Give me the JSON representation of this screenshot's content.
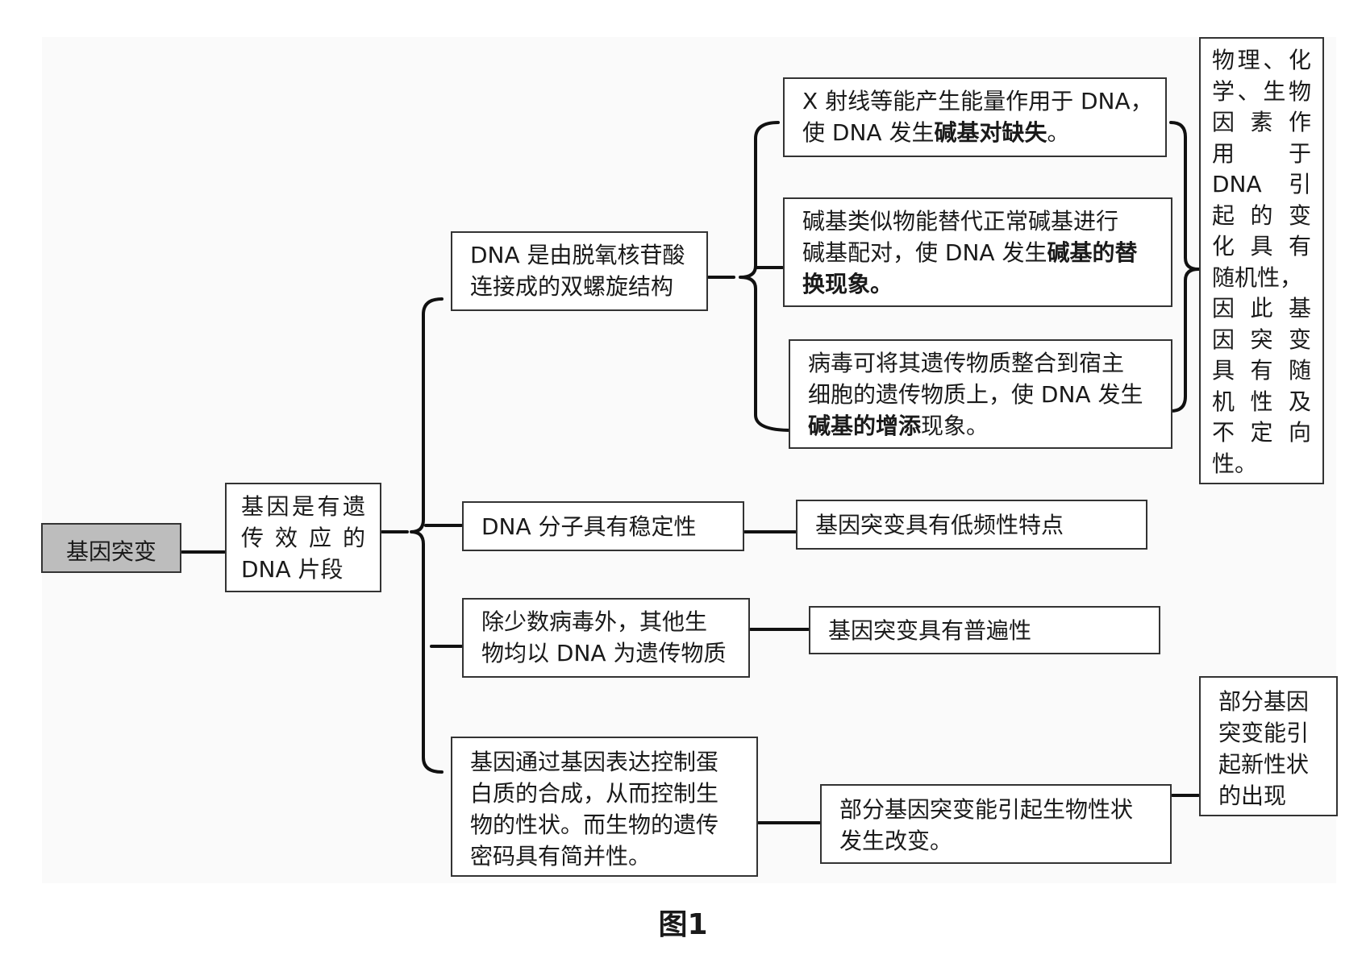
{
  "diagram": {
    "root": "基因突变",
    "level1": [
      "基因是有遗",
      "传效应的",
      "DNA 片段"
    ],
    "n_helix": [
      "DNA 是由脱氧核苷酸",
      "连接成的双螺旋结构"
    ],
    "n_xray": {
      "l1": "X 射线等能产生能量作用于 DNA，",
      "l2a": "使 DNA 发生",
      "l2b": "碱基对缺失",
      "l2c": "。"
    },
    "n_analog": {
      "l1": "碱基类似物能替代正常碱基进行",
      "l2a": "碱基配对，使 DNA 发生",
      "l2b": "碱基的替",
      "l3a": "换现象。"
    },
    "n_virus": {
      "l1": "病毒可将其遗传物质整合到宿主",
      "l2": "细胞的遗传物质上，使 DNA 发生",
      "l3a": "碱基的增添",
      "l3b": "现象。"
    },
    "n_random": [
      "物理、化",
      "学、生物",
      "因素作",
      "用　　于",
      "DNA 引",
      "起的变",
      "化具有",
      "随机性，",
      "因此基",
      "因突变",
      "具有随",
      "机性及",
      "不定向",
      "性。"
    ],
    "n_stable": "DNA 分子具有稳定性",
    "n_lowfreq": "基因突变具有低频性特点",
    "n_universal_cause": [
      "除少数病毒外，其他生",
      "物均以 DNA 为遗传物质"
    ],
    "n_universal": "基因突变具有普遍性",
    "n_expression": [
      "基因通过基因表达控制蛋",
      "白质的合成，从而控制生",
      "物的性状。而生物的遗传",
      "密码具有简并性。"
    ],
    "n_partial": [
      "部分基因突变能引起生物性状",
      "发生改变。"
    ],
    "n_newtrait": [
      "部分基因",
      "突变能引",
      "起新性状",
      "的出现"
    ]
  },
  "caption": "图1"
}
